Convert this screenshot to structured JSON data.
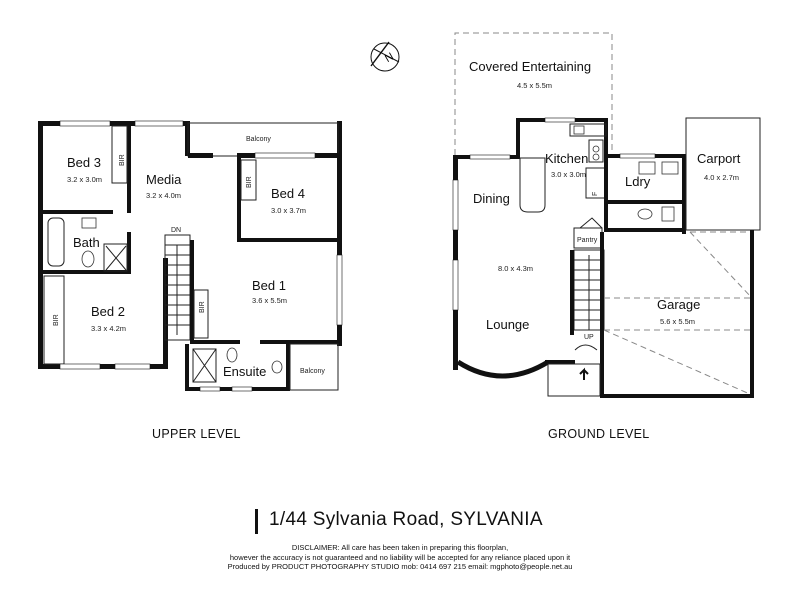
{
  "upper_level": {
    "label": "UPPER LEVEL",
    "rooms": {
      "bed3": {
        "name": "Bed 3",
        "dim": "3.2 x 3.0m"
      },
      "media": {
        "name": "Media",
        "dim": "3.2 x 4.0m"
      },
      "bed4": {
        "name": "Bed 4",
        "dim": "3.0 x 3.7m"
      },
      "bath": {
        "name": "Bath"
      },
      "bed1": {
        "name": "Bed 1",
        "dim": "3.6 x 5.5m"
      },
      "bed2": {
        "name": "Bed 2",
        "dim": "3.3 x 4.2m"
      },
      "ensuite": {
        "name": "Ensuite"
      }
    },
    "labels": {
      "balcony_top": "Balcony",
      "balcony_bottom": "Balcony",
      "bir_bed3": "BIR",
      "bir_bed4": "BIR",
      "bir_bed2": "BIR",
      "bir_bed1": "BIR",
      "stair_dn": "DN"
    }
  },
  "ground_level": {
    "label": "GROUND LEVEL",
    "rooms": {
      "covered_entertaining": {
        "name": "Covered Entertaining",
        "dim": "4.5 x 5.5m"
      },
      "kitchen": {
        "name": "Kitchen",
        "dim": "3.0 x 3.0m"
      },
      "carport": {
        "name": "Carport",
        "dim": "4.0 x 2.7m"
      },
      "laundry": {
        "name": "Ldry"
      },
      "dining": {
        "name": "Dining"
      },
      "living": {
        "dim": "8.0 x 4.3m"
      },
      "lounge": {
        "name": "Lounge"
      },
      "garage": {
        "name": "Garage",
        "dim": "5.6 x 5.5m"
      }
    },
    "labels": {
      "pantry": "Pantry",
      "stair_up": "UP",
      "fridge": "F"
    }
  },
  "compass": {
    "letter": "N"
  },
  "address": "1/44 Sylvania Road, SYLVANIA",
  "disclaimer": {
    "line1": "DISCLAIMER: All care has been taken in preparing this floorplan,",
    "line2": "however the accuracy is not guaranteed and no liability will be accepted for any reliance placed upon it",
    "line3": "Produced by PRODUCT PHOTOGRAPHY STUDIO mob: 0414 697 215 email: mgphoto@people.net.au"
  }
}
